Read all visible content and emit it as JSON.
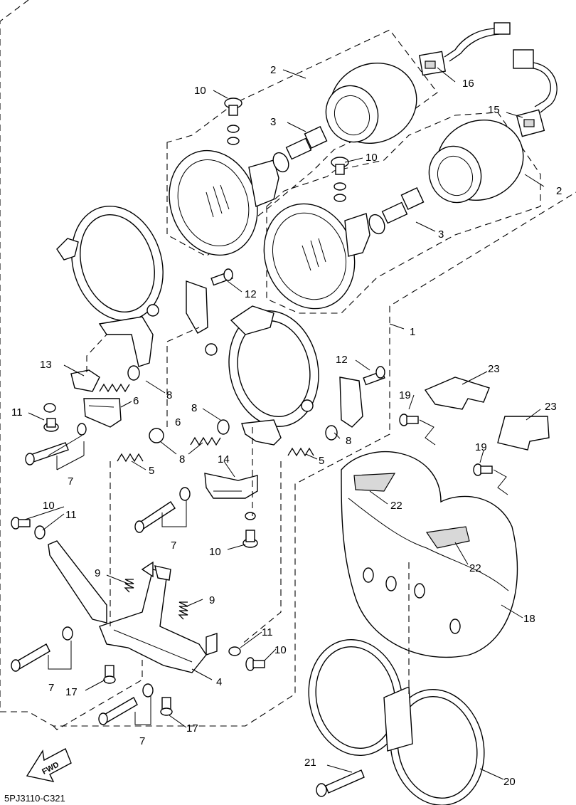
{
  "diagram": {
    "code": "5PJ3110-C321",
    "fwd_label": "FWD",
    "callouts": [
      {
        "id": "c1",
        "text": "1"
      },
      {
        "id": "c2a",
        "text": "2"
      },
      {
        "id": "c2b",
        "text": "2"
      },
      {
        "id": "c3a",
        "text": "3"
      },
      {
        "id": "c3b",
        "text": "3"
      },
      {
        "id": "c4",
        "text": "4"
      },
      {
        "id": "c5a",
        "text": "5"
      },
      {
        "id": "c5b",
        "text": "5"
      },
      {
        "id": "c6a",
        "text": "6"
      },
      {
        "id": "c6b",
        "text": "6"
      },
      {
        "id": "c7a",
        "text": "7"
      },
      {
        "id": "c7b",
        "text": "7"
      },
      {
        "id": "c7c",
        "text": "7"
      },
      {
        "id": "c7d",
        "text": "7"
      },
      {
        "id": "c8a",
        "text": "8"
      },
      {
        "id": "c8b",
        "text": "8"
      },
      {
        "id": "c8c",
        "text": "8"
      },
      {
        "id": "c8d",
        "text": "8"
      },
      {
        "id": "c9a",
        "text": "9"
      },
      {
        "id": "c9b",
        "text": "9"
      },
      {
        "id": "c10a",
        "text": "10"
      },
      {
        "id": "c10b",
        "text": "10"
      },
      {
        "id": "c10c",
        "text": "10"
      },
      {
        "id": "c10d",
        "text": "10"
      },
      {
        "id": "c10e",
        "text": "10"
      },
      {
        "id": "c11a",
        "text": "11"
      },
      {
        "id": "c11b",
        "text": "11"
      },
      {
        "id": "c11c",
        "text": "11"
      },
      {
        "id": "c12a",
        "text": "12"
      },
      {
        "id": "c12b",
        "text": "12"
      },
      {
        "id": "c13",
        "text": "13"
      },
      {
        "id": "c14",
        "text": "14"
      },
      {
        "id": "c15",
        "text": "15"
      },
      {
        "id": "c16",
        "text": "16"
      },
      {
        "id": "c17a",
        "text": "17"
      },
      {
        "id": "c17b",
        "text": "17"
      },
      {
        "id": "c18",
        "text": "18"
      },
      {
        "id": "c19a",
        "text": "19"
      },
      {
        "id": "c19b",
        "text": "19"
      },
      {
        "id": "c20",
        "text": "20"
      },
      {
        "id": "c21",
        "text": "21"
      },
      {
        "id": "c22a",
        "text": "22"
      },
      {
        "id": "c22b",
        "text": "22"
      },
      {
        "id": "c23a",
        "text": "23"
      },
      {
        "id": "c23b",
        "text": "23"
      }
    ]
  }
}
